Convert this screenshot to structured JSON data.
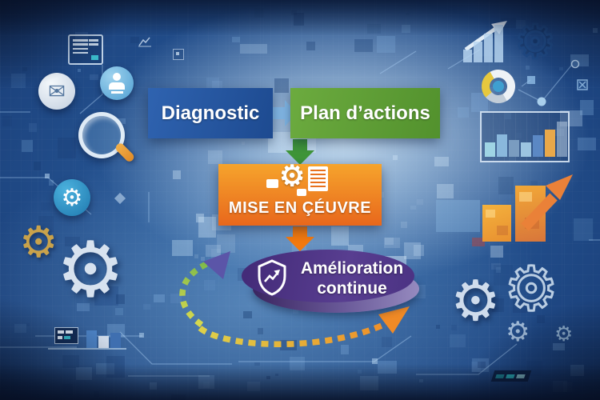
{
  "flow": {
    "diagnostic": {
      "label": "Diagnostic",
      "bg": "#2a5aa8"
    },
    "plan": {
      "label": "Plan d’actions",
      "bg": "#5f9c35"
    },
    "mise": {
      "label": "MISE EN ÇÉUVRE",
      "bg": "#ee8122"
    },
    "amelioration": {
      "line1": "Amélioration",
      "line2": "continue",
      "bg": "#4e3583"
    }
  },
  "colors": {
    "arrow_blue": "#85bbe9",
    "arrow_green": "#3f9639",
    "arrow_orange": "#f2790f",
    "cycle_yellow": "#ddd14a",
    "cycle_green": "#7fba4a",
    "cycle_orange": "#f08a26",
    "cycle_arrowhead_purple": "#5b55a8",
    "disc_top": "#4e3584",
    "disc_rim": "#8f83b8",
    "gear_gold": "#c9a24b",
    "gear_silver": "#d7e2ef",
    "accent_teal": "#3ab8c8",
    "bg_dark": "#0a1d3f",
    "bg_mid": "#2e64a6",
    "bg_light": "#d0e5f5"
  },
  "decor": {
    "framed_chart": {
      "bars": [
        {
          "h": 18,
          "c": "#9fd4e4"
        },
        {
          "h": 28,
          "c": "#8ab8dc"
        },
        {
          "h": 21,
          "c": "#7a9cc0"
        },
        {
          "h": 18,
          "c": "#9cc4e0"
        },
        {
          "h": 27,
          "c": "#5b88c4"
        },
        {
          "h": 34,
          "c": "#e8a84a"
        },
        {
          "h": 44,
          "c": "rgba(185,205,225,0.55)"
        }
      ]
    },
    "mini_chart": {
      "bars": [
        {
          "h": 22,
          "c": "#4a7fc0"
        },
        {
          "h": 15,
          "c": "#cdd9e8"
        },
        {
          "h": 19,
          "c": "#3f6fb0"
        }
      ]
    },
    "silhouette_chart": {
      "bars": [
        {
          "h": 16
        },
        {
          "h": 26
        },
        {
          "h": 36
        },
        {
          "h": 47
        }
      ]
    },
    "donut": {
      "segments": [
        {
          "frac": 0.5,
          "c": "#eef2f6"
        },
        {
          "frac": 0.22,
          "c": "#c2cdd8"
        },
        {
          "frac": 0.28,
          "c": "#e6c83e"
        }
      ],
      "center_color": "#3f9fd0"
    }
  }
}
